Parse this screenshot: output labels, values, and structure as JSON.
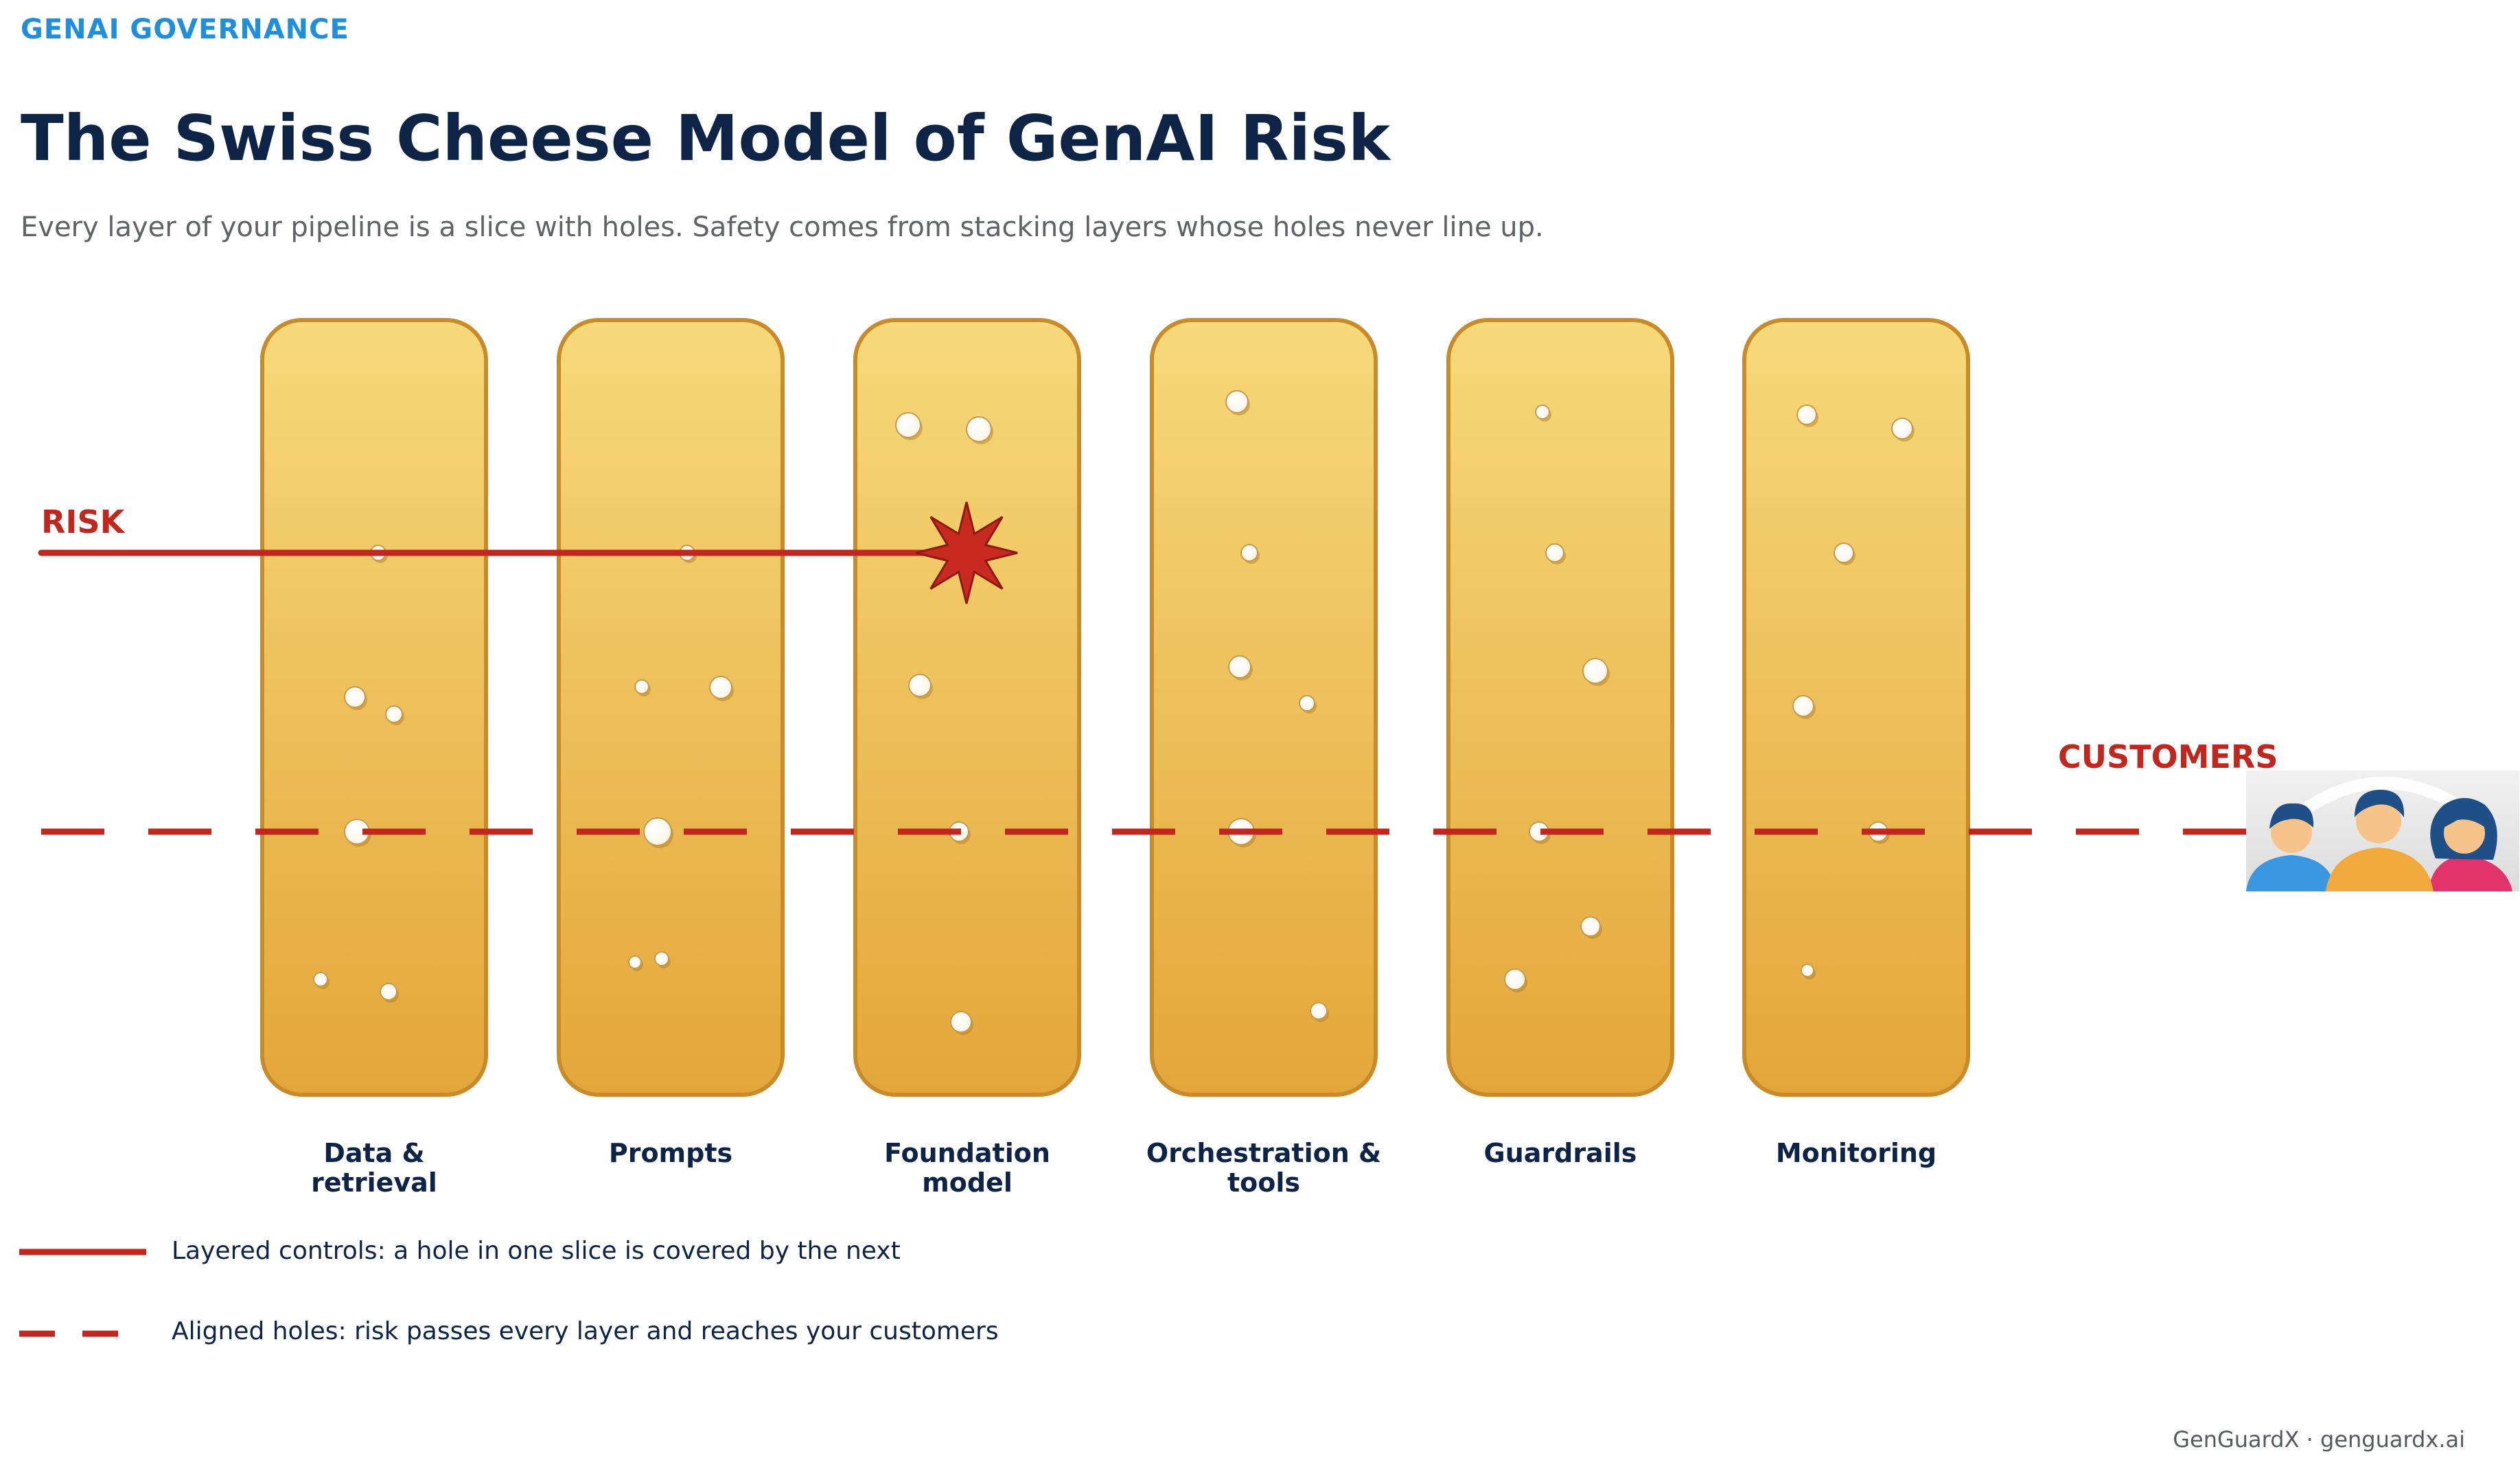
{
  "header": {
    "eyebrow": "GENAI GOVERNANCE",
    "title": "The Swiss Cheese Model of GenAI Risk",
    "subtitle": "Every layer of your pipeline is a slice with holes. Safety comes from stacking layers whose holes never line up."
  },
  "diagram": {
    "risk_label": "RISK",
    "customers_label": "CUSTOMERS",
    "customers_icon": "customers-group-icon",
    "impact_icon": "impact-burst-icon",
    "slices": [
      {
        "id": "data-retrieval",
        "label_lines": [
          "Data &",
          "retrieval"
        ]
      },
      {
        "id": "prompts",
        "label_lines": [
          "Prompts"
        ]
      },
      {
        "id": "foundation-model",
        "label_lines": [
          "Foundation",
          "model"
        ]
      },
      {
        "id": "orchestration-tools",
        "label_lines": [
          "Orchestration &",
          "tools"
        ]
      },
      {
        "id": "guardrails",
        "label_lines": [
          "Guardrails"
        ]
      },
      {
        "id": "monitoring",
        "label_lines": [
          "Monitoring"
        ]
      }
    ]
  },
  "legend": {
    "solid": "Layered controls: a hole in one slice is covered by the next",
    "dashed": "Aligned holes: risk passes every layer and reaches your customers"
  },
  "footer": "GenGuardX · genguardx.ai",
  "colors": {
    "accent_blue": "#1f8fdd",
    "navy": "#0e2447",
    "risk_red": "#c0281f",
    "cheese_top": "#f7d97a",
    "cheese_bottom": "#e4a63a",
    "cheese_border": "#c98a2a"
  }
}
